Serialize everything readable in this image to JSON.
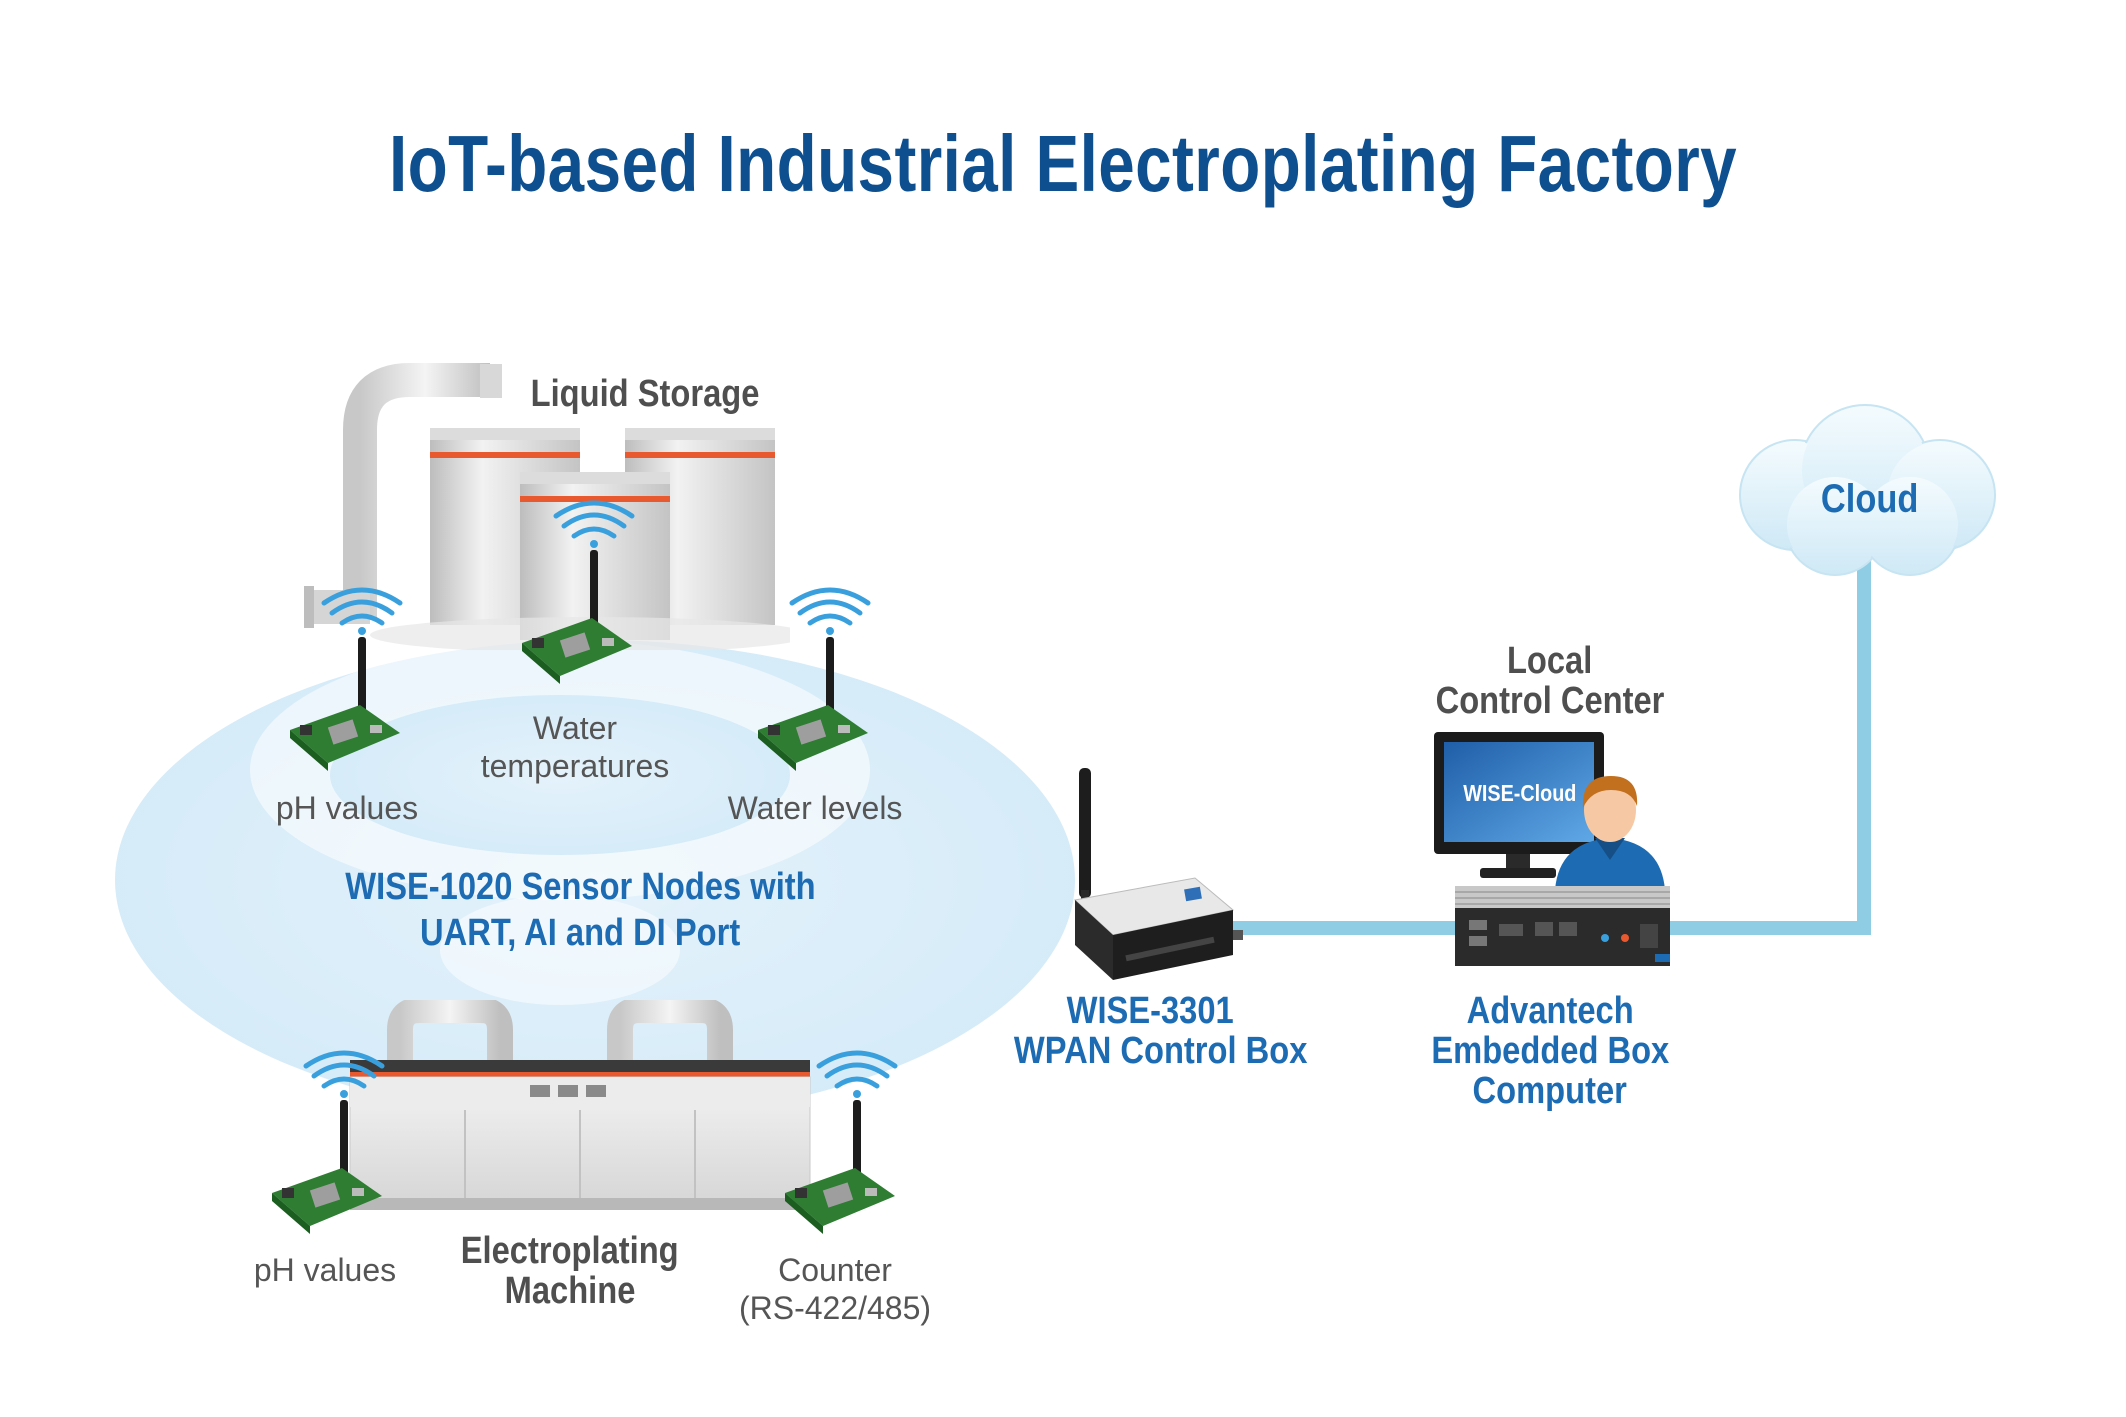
{
  "title": "IoT-based Industrial Electroplating Factory",
  "liquid_storage": "Liquid Storage",
  "cloud": "Cloud",
  "local_control_center": [
    "Local",
    "Control Center"
  ],
  "monitor_screen": "WISE-Cloud",
  "sensor_nodes": [
    "WISE-1020 Sensor Nodes with",
    "UART, AI and DI Port"
  ],
  "sensors": {
    "ph_top": "pH values",
    "water_temp": [
      "Water",
      "temperatures"
    ],
    "water_levels": "Water levels",
    "ph_bottom": "pH values",
    "counter": [
      "Counter",
      "(RS-422/485)"
    ]
  },
  "electroplating_machine": [
    "Electroplating",
    "Machine"
  ],
  "wpan_box": [
    "WISE-3301",
    "WPAN Control Box"
  ],
  "embedded_box": [
    "Advantech",
    "Embedded Box",
    "Computer"
  ],
  "colors": {
    "title": "#0d4f8f",
    "label_blue": "#1d6cb3",
    "label_dark": "#4f4f4f",
    "connector": "#8ecde3",
    "wifi": "#3aa0dd",
    "tank_stripe": "#e8592f"
  }
}
